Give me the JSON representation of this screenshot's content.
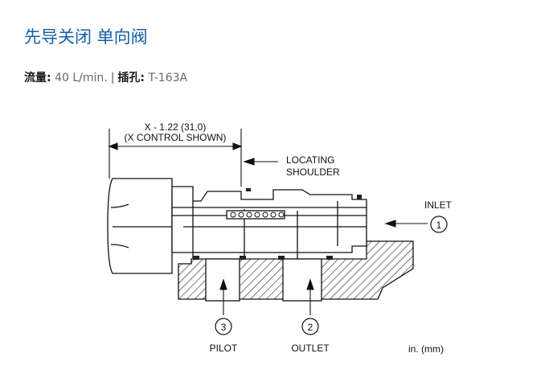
{
  "page": {
    "title": "先导关闭 单向阀",
    "specs": {
      "flow_label": "流量:",
      "flow_value": "40 L/min.",
      "separator": "|",
      "cavity_label": "插孔:",
      "cavity_value": "T-163A"
    }
  },
  "diagram": {
    "dimension_line1": "X - 1.22 (31,0)",
    "dimension_line2": "(X CONTROL SHOWN)",
    "locating_line1": "LOCATING",
    "locating_line2": "SHOULDER",
    "inlet_label": "INLET",
    "inlet_port": "1",
    "outlet_port": "2",
    "outlet_label": "OUTLET",
    "pilot_port": "3",
    "pilot_label": "PILOT",
    "units": "in. (mm)"
  },
  "colors": {
    "title": "#1560a8",
    "label": "#1a1a1a",
    "value": "#6a6a6a",
    "line": "#111111"
  }
}
